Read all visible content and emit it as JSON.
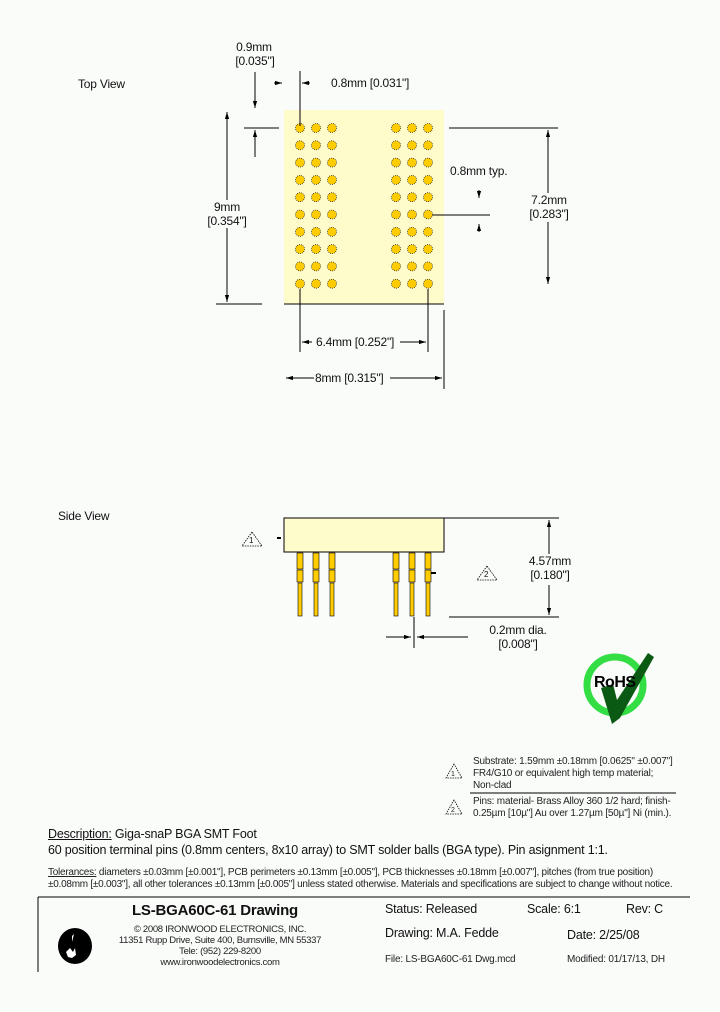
{
  "top_view": {
    "title": "Top View",
    "dims": {
      "edge_offset_mm": "0.9mm",
      "edge_offset_in": "[0.035\"]",
      "pitch_x": "0.8mm  [0.031\"]",
      "height_mm": "9mm",
      "height_in": "[0.354\"]",
      "pitch_typ": "0.8mm typ.",
      "pin_span_y_mm": "7.2mm",
      "pin_span_y_in": "[0.283\"]",
      "pin_span_x": "6.4mm  [0.252\"]",
      "width": "8mm  [0.315\"]"
    },
    "array": {
      "columns_per_group": 3,
      "groups": 2,
      "rows": 10
    }
  },
  "side_view": {
    "title": "Side View",
    "note1_marker": "1",
    "note2_marker": "2",
    "dims": {
      "height_mm": "4.57mm",
      "height_in": "[0.180\"]",
      "pin_dia_mm": "0.2mm dia.",
      "pin_dia_in": "[0.008\"]"
    }
  },
  "rohs": {
    "label": "RoHS",
    "ring_color": "#33dd44",
    "check_color": "#0a5a14"
  },
  "notes": [
    {
      "marker": "1",
      "lines": [
        "Substrate: 1.59mm ±0.18mm [0.0625\" ±0.007\"]",
        "FR4/G10 or equivalent high temp material;",
        "Non-clad"
      ]
    },
    {
      "marker": "2",
      "lines": [
        "Pins: material- Brass Alloy 360 1/2 hard; finish-",
        "0.25µm [10µ\"] Au over 1.27µm [50µ\"] Ni (min.)."
      ]
    }
  ],
  "description": {
    "label": "Description:",
    "title": " Giga-snaP BGA SMT Foot",
    "body": "60 position terminal pins (0.8mm centers, 8x10 array) to SMT solder balls (BGA type). Pin asignment 1:1."
  },
  "tolerances": {
    "label": "Tolerances:",
    "line1": " diameters ±0.03mm [±0.001\"], PCB perimeters ±0.13mm [±0.005\"], PCB thicknesses ±0.18mm [±0.007\"], pitches (from true position)",
    "line2": "±0.08mm [±0.003\"], all other tolerances ±0.13mm [±0.005\"] unless stated otherwise.  Materials and specifications are subject to change without notice."
  },
  "title_block": {
    "drawing_title": "LS-BGA60C-61 Drawing",
    "company_lines": [
      "© 2008 IRONWOOD ELECTRONICS, INC.",
      "11351 Rupp Drive, Suite 400, Burnsville, MN 55337",
      "Tele: (952) 229-8200",
      "www.ironwoodelectronics.com"
    ],
    "status": "Status: Released",
    "scale": "Scale: 6:1",
    "rev": "Rev: C",
    "drawn_by": "Drawing: M.A. Fedde",
    "date": "Date: 2/25/08",
    "file": "File: LS-BGA60C-61 Dwg.mcd",
    "modified": "Modified: 01/17/13, DH"
  },
  "colors": {
    "background": "#fafcfa",
    "substrate": "#fffccc",
    "pin_gold": "#ffcc00",
    "line": "#000000"
  }
}
